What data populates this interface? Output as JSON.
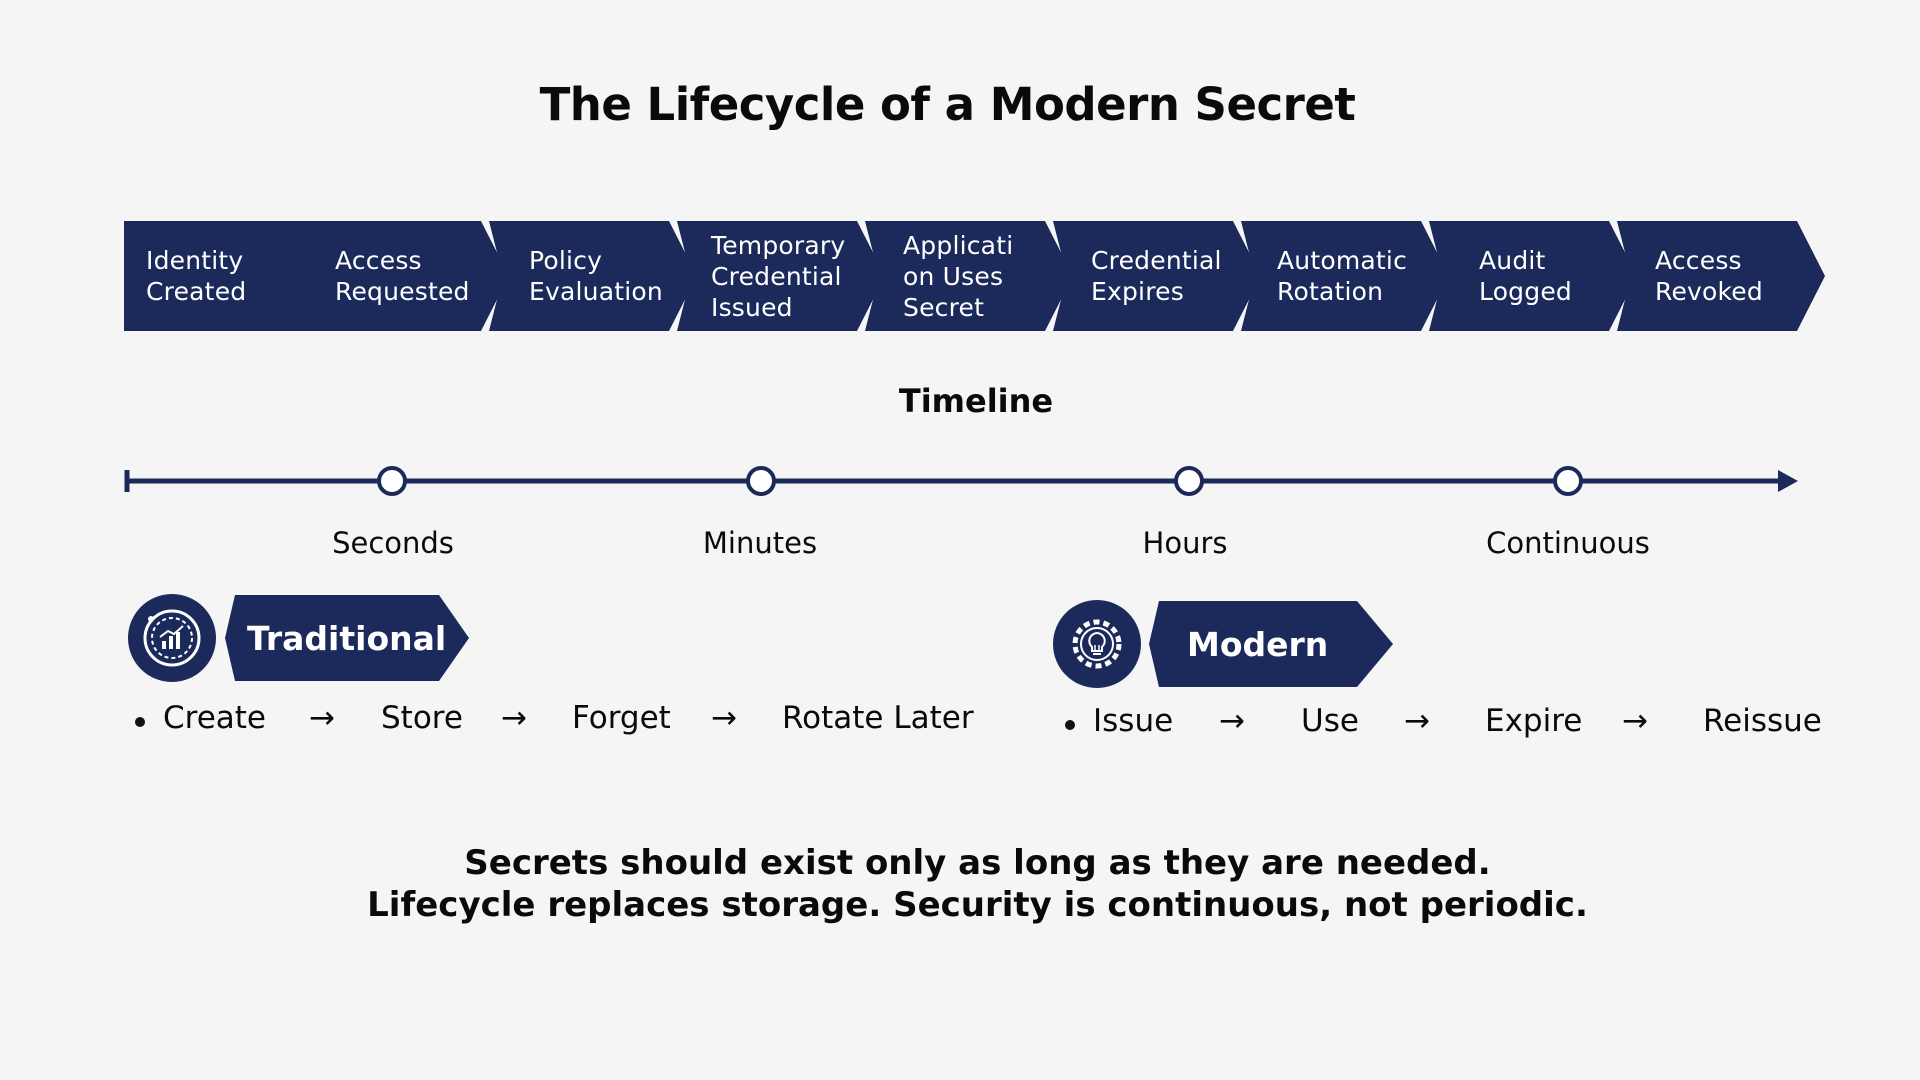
{
  "title": "The Lifecycle of a Modern Secret",
  "stages": [
    {
      "label": "Identity\nCreated"
    },
    {
      "label": "Access\nRequested"
    },
    {
      "label": "Policy\nEvaluation"
    },
    {
      "label": "Temporary\nCredential\nIssued"
    },
    {
      "label": "Applicati\non Uses\nSecret"
    },
    {
      "label": "Credential\nExpires"
    },
    {
      "label": "Automatic\nRotation"
    },
    {
      "label": "Audit\nLogged"
    },
    {
      "label": "Access\nRevoked"
    }
  ],
  "timeline": {
    "title": "Timeline",
    "points": [
      "Seconds",
      "Minutes",
      "Hours",
      "Continuous"
    ]
  },
  "traditional": {
    "label": "Traditional",
    "icon": "analytics-chart-icon",
    "flow": [
      "Create",
      "Store",
      "Forget",
      "Rotate Later"
    ],
    "arrow": "→"
  },
  "modern": {
    "label": "Modern",
    "icon": "gear-lightbulb-icon",
    "flow": [
      "Issue",
      "Use",
      "Expire",
      "Reissue"
    ],
    "arrow": "→"
  },
  "footer": {
    "line1": "Secrets should exist only as long as they are needed.",
    "line2": "Lifecycle replaces storage. Security is continuous, not periodic."
  },
  "colors": {
    "navy": "#1b2a5a",
    "background": "#f5f5f5",
    "text": "#0a0a0a"
  }
}
